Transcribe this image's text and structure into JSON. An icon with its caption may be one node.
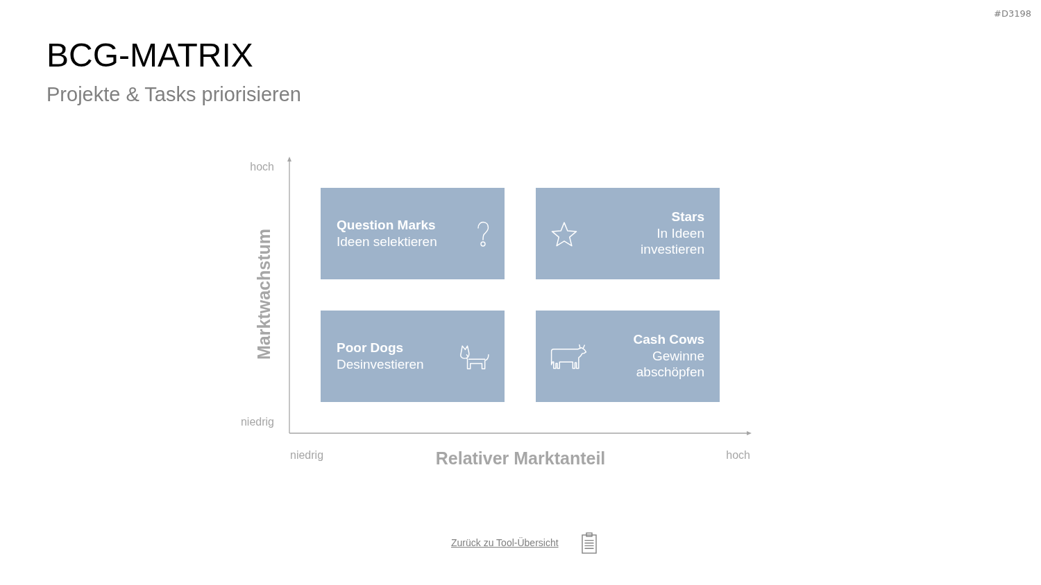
{
  "diagram": {
    "title": "BCG-MATRIX",
    "nodes": [
      {
        "text": [
          "Question Marks",
          "Ideen selektieren"
        ]
      },
      {
        "text": [
          "Stars",
          "In Ideen investieren"
        ]
      },
      {
        "text": [
          "Poor Dogs",
          "Desinvestieren"
        ]
      },
      {
        "text": [
          "Cash Cows",
          "Gewinne abschöpfen"
        ]
      }
    ],
    "labels": [
      "#D3198",
      "Projekte & Tasks priorisieren",
      "hoch",
      "Marktwachstum",
      "niedrig",
      "niedrig",
      "Relativer Marktanteil",
      "hoch",
      "Zurück zu Tool-Übersicht"
    ]
  }
}
